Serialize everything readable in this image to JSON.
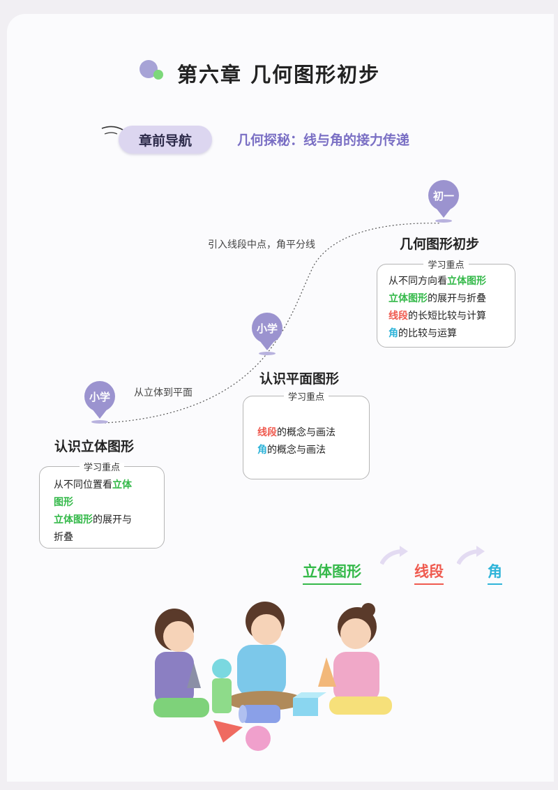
{
  "title": "第六章  几何图形初步",
  "nav": {
    "label": "章前导航",
    "subtitle": "几何探秘：线与角的接力传递"
  },
  "route_labels": [
    "从立体到平面",
    "引入线段中点，角平分线"
  ],
  "stages": [
    {
      "pin": "小学",
      "title": "认识立体图形",
      "box_header": "学习重点",
      "lines": [
        [
          {
            "t": "从不同位置看",
            "c": ""
          },
          {
            "t": "立体",
            "c": "g"
          }
        ],
        [
          {
            "t": "图形",
            "c": "g"
          }
        ],
        [
          {
            "t": "立体图形",
            "c": "g"
          },
          {
            "t": "的展开与",
            "c": ""
          }
        ],
        [
          {
            "t": "折叠",
            "c": ""
          }
        ]
      ]
    },
    {
      "pin": "小学",
      "title": "认识平面图形",
      "box_header": "学习重点",
      "lines": [
        [
          {
            "t": "线段",
            "c": "r"
          },
          {
            "t": "的概念与画法",
            "c": ""
          }
        ],
        [
          {
            "t": "角",
            "c": "c"
          },
          {
            "t": "的概念与画法",
            "c": ""
          }
        ]
      ]
    },
    {
      "pin": "初一",
      "title": "几何图形初步",
      "box_header": "学习重点",
      "lines": [
        [
          {
            "t": "从不同方向看",
            "c": ""
          },
          {
            "t": "立体图形",
            "c": "g"
          }
        ],
        [
          {
            "t": "立体图形",
            "c": "g"
          },
          {
            "t": "的展开与折叠",
            "c": ""
          }
        ],
        [
          {
            "t": "线段",
            "c": "r"
          },
          {
            "t": "的长短比较与计算",
            "c": ""
          }
        ],
        [
          {
            "t": "角",
            "c": "c"
          },
          {
            "t": "的比较与运算",
            "c": ""
          }
        ]
      ]
    }
  ],
  "flow": [
    {
      "label": "立体图形",
      "color": "#35b94a"
    },
    {
      "label": "线段",
      "color": "#ef5a4f"
    },
    {
      "label": "角",
      "color": "#2fb4d9"
    }
  ],
  "colors": {
    "accent": "#9b93cf",
    "green": "#35b94a",
    "red": "#ef5a4f",
    "cyan": "#2fb4d9"
  },
  "illustration": "three-children-playing-with-geometric-solids"
}
